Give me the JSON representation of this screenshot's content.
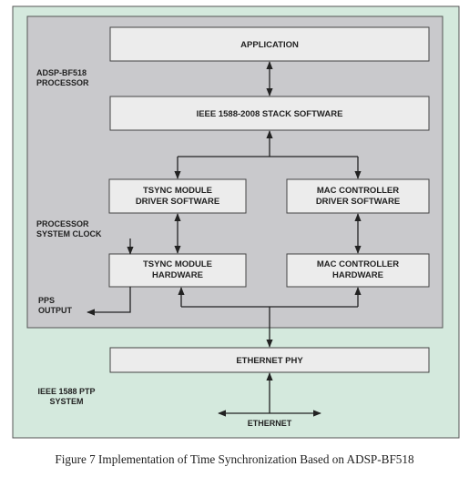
{
  "system_label": [
    "IEEE 1588 PTP",
    "SYSTEM"
  ],
  "processor_label": [
    "ADSP-BF518",
    "PROCESSOR"
  ],
  "clock_label": [
    "PROCESSOR",
    "SYSTEM CLOCK"
  ],
  "pps_label": [
    "PPS",
    "OUTPUT"
  ],
  "boxes": {
    "application": [
      "APPLICATION"
    ],
    "stack": [
      "IEEE 1588-2008 STACK SOFTWARE"
    ],
    "tsync_driver": [
      "TSYNC MODULE",
      "DRIVER SOFTWARE"
    ],
    "mac_driver": [
      "MAC CONTROLLER",
      "DRIVER SOFTWARE"
    ],
    "tsync_hw": [
      "TSYNC MODULE",
      "HARDWARE"
    ],
    "mac_hw": [
      "MAC CONTROLLER",
      "HARDWARE"
    ],
    "phy": [
      "ETHERNET PHY"
    ]
  },
  "ethernet_label": "ETHERNET",
  "caption": "Figure 7 Implementation of Time Synchronization Based on ADSP-BF518",
  "colors": {
    "system_bg": "#d4e9dd",
    "processor_bg": "#c9c9cc",
    "box_bg": "#ececec",
    "line": "#222222"
  }
}
